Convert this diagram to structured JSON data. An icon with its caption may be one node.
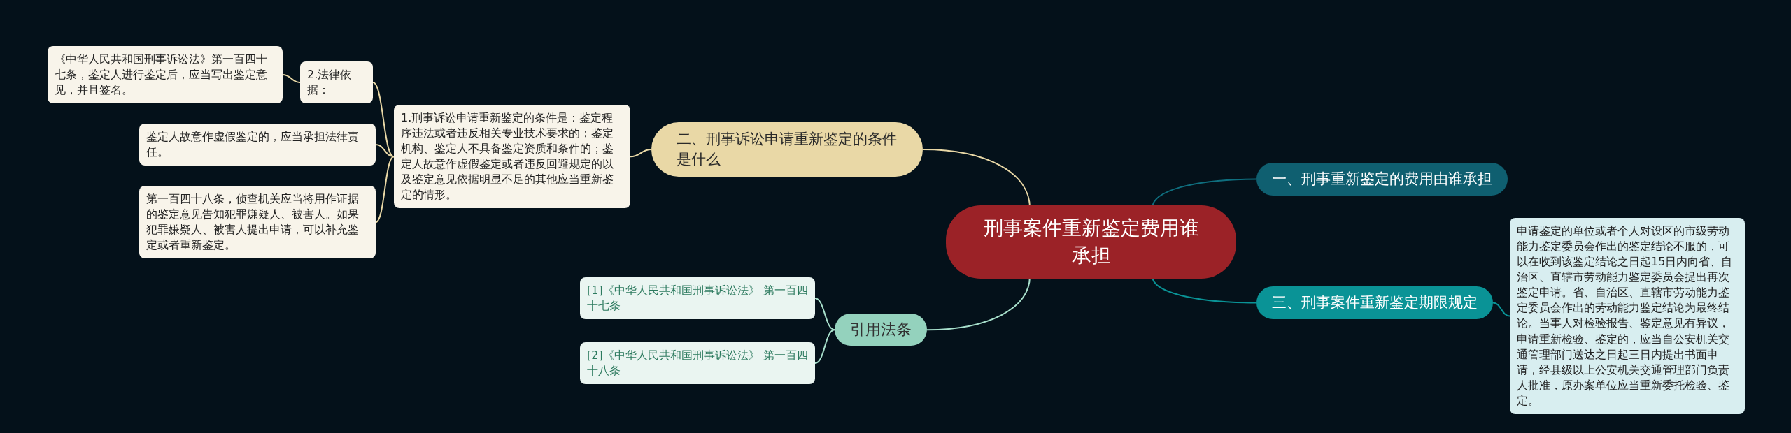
{
  "diagram": {
    "nodes": [
      {
        "text": [
          "刑事案件重新鉴定费用谁承担"
        ]
      },
      {
        "text": [
          "二、刑事诉讼申请重新鉴定的条件是什么"
        ]
      },
      {
        "text": [
          "1.刑事诉讼申请重新鉴定的条件是：鉴定程序违法或者违反相关专业技术要求的；鉴定机构、鉴定人不具备鉴定资质和条件的；鉴定人故意作虚假鉴定或者违反回避规定的以及鉴定意见依据明显不足的其他应当重新鉴定的情形。"
        ]
      },
      {
        "text": [
          "2.法律依据："
        ]
      },
      {
        "text": [
          "《中华人民共和国刑事诉讼法》第一百四十七条，鉴定人进行鉴定后，应当写出鉴定意见，并且签名。"
        ]
      },
      {
        "text": [
          "鉴定人故意作虚假鉴定的，应当承担法律责任。"
        ]
      },
      {
        "text": [
          "第一百四十八条，侦查机关应当将用作证据的鉴定意见告知犯罪嫌疑人、被害人。如果犯罪嫌疑人、被害人提出申请，可以补充鉴定或者重新鉴定。"
        ]
      },
      {
        "text": [
          "一、刑事重新鉴定的费用由谁承担"
        ]
      },
      {
        "text": [
          "三、刑事案件重新鉴定期限规定"
        ]
      },
      {
        "text": [
          "申请鉴定的单位或者个人对设区的市级劳动能力鉴定委员会作出的鉴定结论不服的，可以在收到该鉴定结论之日起15日内向省、自治区、直辖市劳动能力鉴定委员会提出再次鉴定申请。省、自治区、直辖市劳动能力鉴定委员会作出的劳动能力鉴定结论为最终结论。当事人对检验报告、鉴定意见有异议，申请重新检验、鉴定的，应当自公安机关交通管理部门送达之日起三日内提出书面申请，经县级以上公安机关交通管理部门负责人批准，原办案单位应当重新委托检验、鉴定。"
        ]
      },
      {
        "text": [
          "引用法条"
        ]
      },
      {
        "text": [
          "[1]《中华人民共和国刑事诉讼法》 第一百四十七条"
        ]
      },
      {
        "text": [
          "[2]《中华人民共和国刑事诉讼法》 第一百四十八条"
        ]
      }
    ],
    "edges": [
      {
        "from": 0,
        "to": 1,
        "arrow": "none",
        "color": "#e9d8a6"
      },
      {
        "from": 1,
        "to": 2,
        "arrow": "none",
        "color": "#e9d8a6"
      },
      {
        "from": 2,
        "to": 3,
        "arrow": "none",
        "color": "#e9d8a6"
      },
      {
        "from": 3,
        "to": 4,
        "arrow": "none",
        "color": "#e9d8a6"
      },
      {
        "from": 2,
        "to": 5,
        "arrow": "none",
        "color": "#e9d8a6"
      },
      {
        "from": 2,
        "to": 6,
        "arrow": "none",
        "color": "#e9d8a6"
      },
      {
        "from": 0,
        "to": 7,
        "arrow": "none",
        "color": "#0f6e7e"
      },
      {
        "from": 0,
        "to": 8,
        "arrow": "none",
        "color": "#0a9396"
      },
      {
        "from": 8,
        "to": 9,
        "arrow": "none",
        "color": "#0a9396"
      },
      {
        "from": 0,
        "to": 10,
        "arrow": "none",
        "color": "#a8e0cc"
      },
      {
        "from": 10,
        "to": 11,
        "arrow": "none",
        "color": "#a8e0cc"
      },
      {
        "from": 10,
        "to": 12,
        "arrow": "none",
        "color": "#a8e0cc"
      }
    ]
  }
}
